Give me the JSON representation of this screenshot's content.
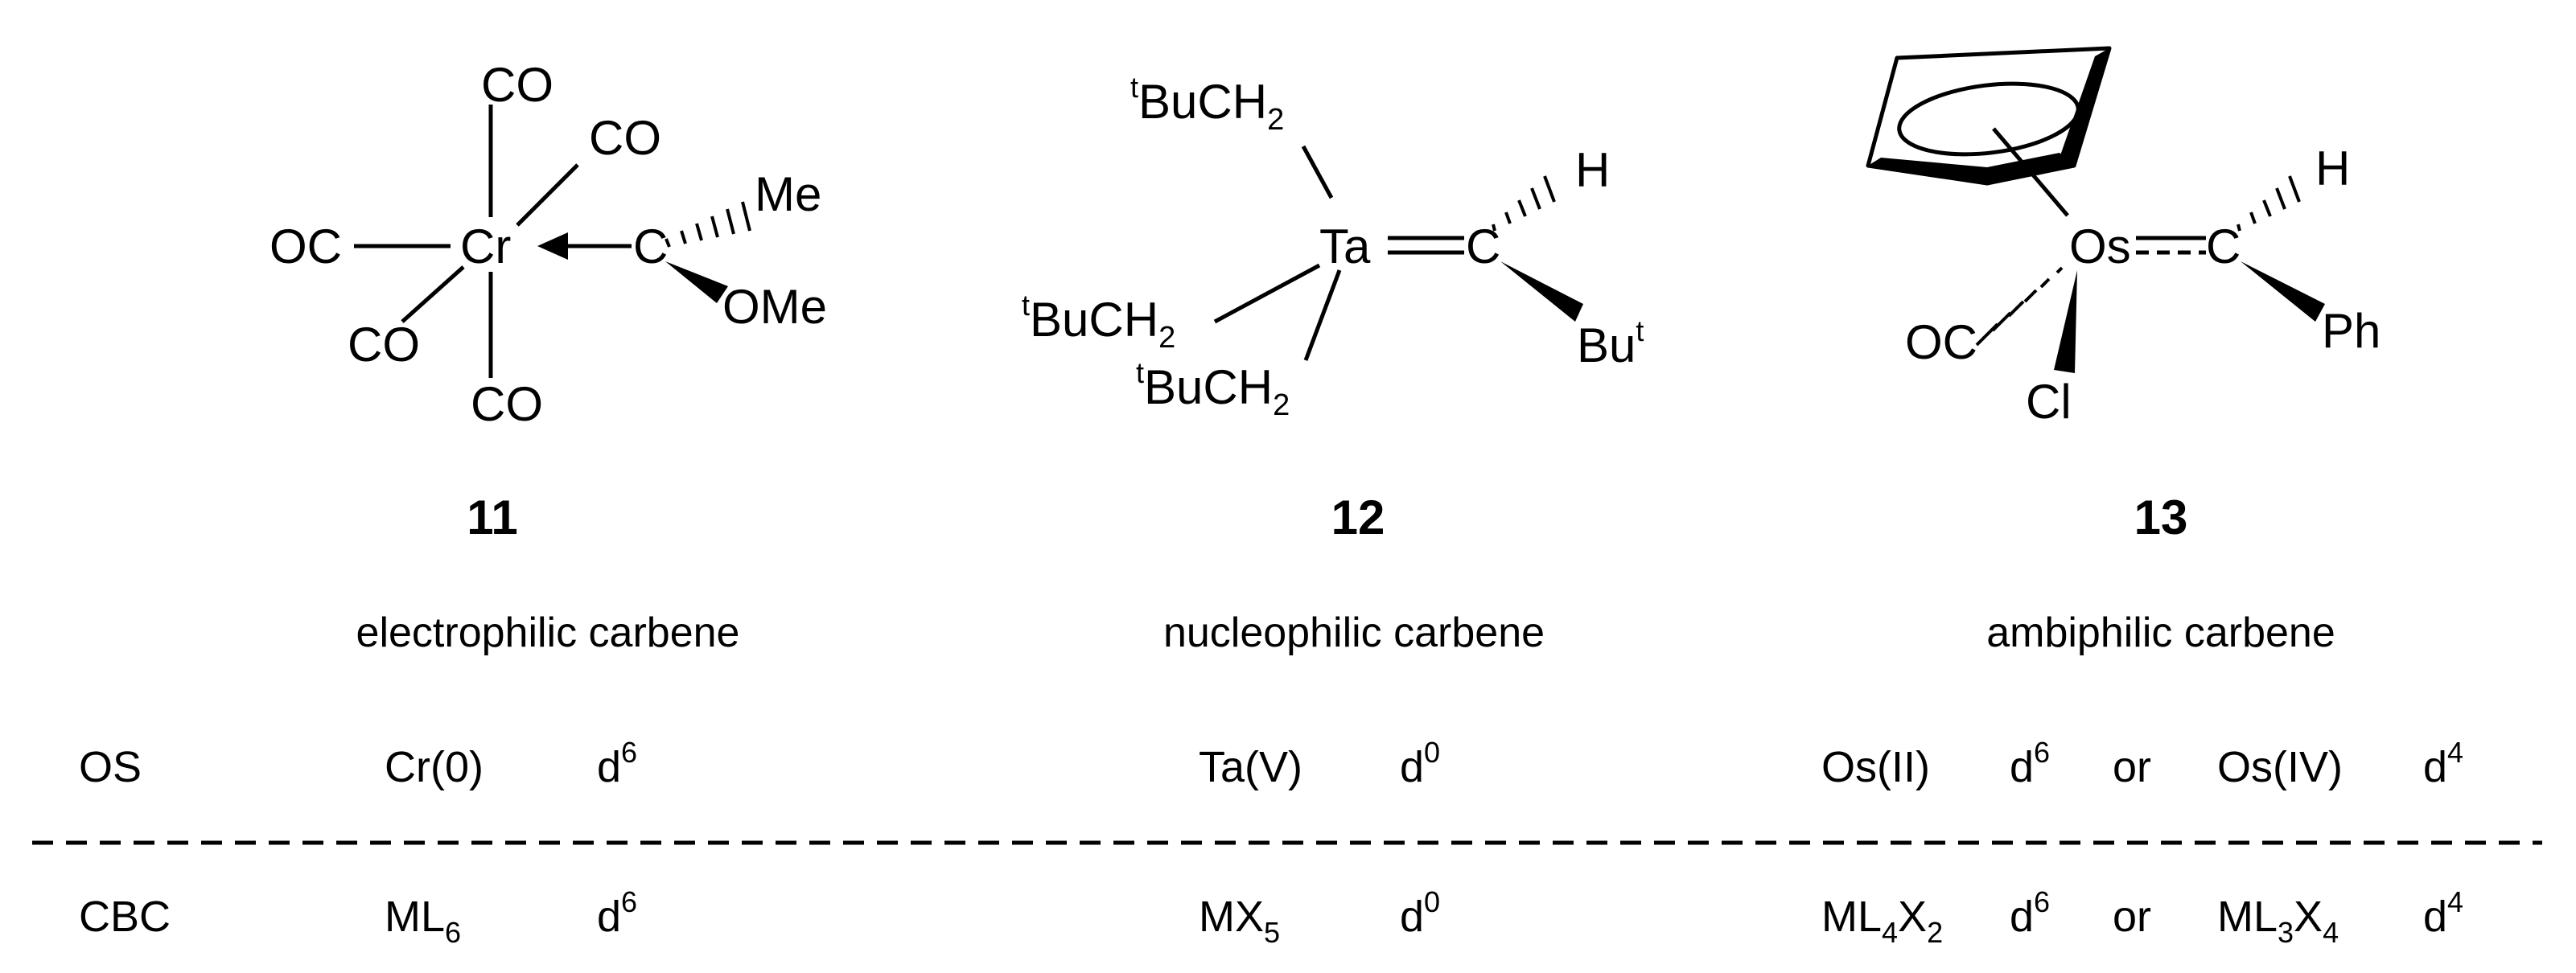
{
  "compounds": [
    {
      "number": "11",
      "caption": "electrophilic carbene",
      "labels": {
        "co_top": "CO",
        "co_upper_right": "CO",
        "oc_left": "OC",
        "metal": "Cr",
        "carbene_c": "C",
        "me": "Me",
        "ome": "OMe",
        "co_lower_left": "CO",
        "co_bottom": "CO"
      }
    },
    {
      "number": "12",
      "caption": "nucleophilic carbene",
      "labels": {
        "alkyl_base": "BuCH",
        "t_sup": "t",
        "sub_2": "2",
        "metal": "Ta",
        "carbene_c": "C",
        "h": "H",
        "bu": "Bu",
        "bu_sup": "t"
      }
    },
    {
      "number": "13",
      "caption": "ambiphilic carbene",
      "labels": {
        "metal": "Os",
        "carbene_c": "C",
        "h": "H",
        "ph": "Ph",
        "oc": "OC",
        "cl": "Cl"
      }
    }
  ],
  "table": {
    "os_row": {
      "label": "OS",
      "c11_ox": "Cr(0)",
      "c11_d": "d",
      "c11_d_sup": "6",
      "c12_ox": "Ta(V)",
      "c12_d": "d",
      "c12_d_sup": "0",
      "c13_ox1": "Os(II)",
      "c13_d1": "d",
      "c13_d1_sup": "6",
      "c13_or": "or",
      "c13_ox2": "Os(IV)",
      "c13_d2": "d",
      "c13_d2_sup": "4"
    },
    "cbc_row": {
      "label": "CBC",
      "c11_cls": "ML",
      "c11_cls_sub": "6",
      "c11_d": "d",
      "c11_d_sup": "6",
      "c12_cls": "MX",
      "c12_cls_sub": "5",
      "c12_d": "d",
      "c12_d_sup": "0",
      "c13_cls1_a": "ML",
      "c13_cls1_a_sub": "4",
      "c13_cls1_b": "X",
      "c13_cls1_b_sub": "2",
      "c13_d1": "d",
      "c13_d1_sup": "6",
      "c13_or": "or",
      "c13_cls2_a": "ML",
      "c13_cls2_a_sub": "3",
      "c13_cls2_b": "X",
      "c13_cls2_b_sub": "4",
      "c13_d2": "d",
      "c13_d2_sup": "4"
    }
  }
}
